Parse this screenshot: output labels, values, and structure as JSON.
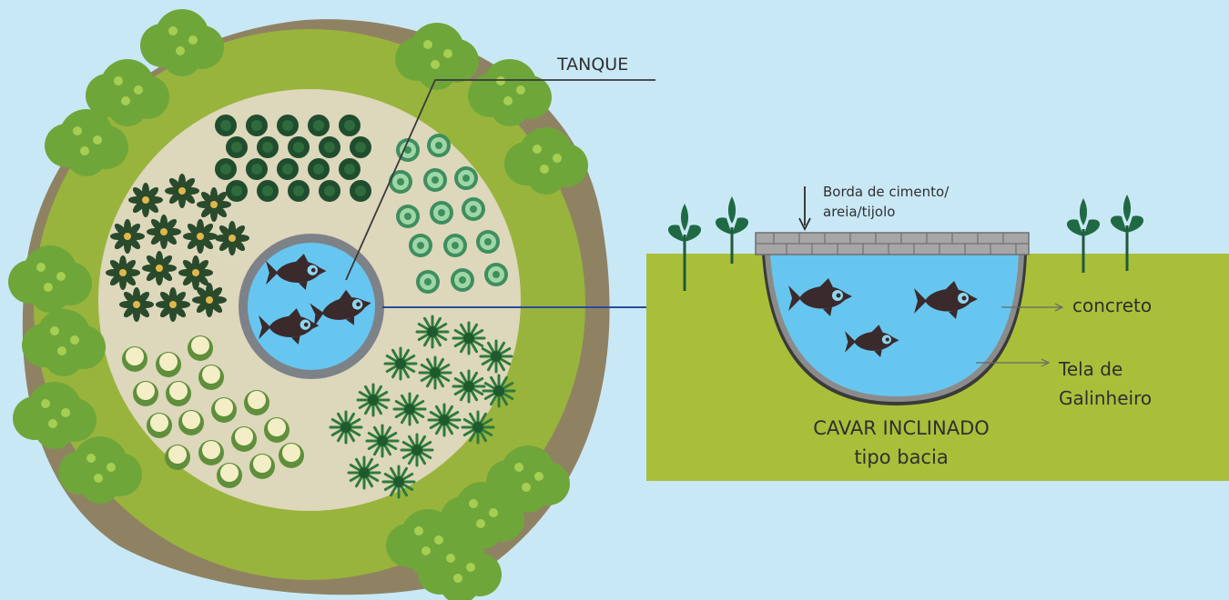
{
  "colors": {
    "background": "#c9e8f6",
    "ground": "#a9bf3a",
    "outer_ring": "#99b43c",
    "inner_field": "#ddd7bb",
    "water": "#67c6ef",
    "pond_rim": "#7d8288",
    "fish": "#3a2a2c",
    "arrow": "#2a4a9a"
  },
  "labels": {
    "tank": "TANQUE",
    "border_line1": "Borda de cimento/",
    "border_line2": "areia/tijolo",
    "concrete": "concreto",
    "mesh_line1": "Tela de",
    "mesh_line2": "Galinheiro",
    "dig_line1": "CAVAR INCLINADO",
    "dig_line2": "tipo bacia"
  },
  "icons": {
    "tree_canopy": "bush-icon",
    "cabbage": "cabbage-icon",
    "lettuce": "lettuce-icon",
    "cauliflower": "cauliflower-icon",
    "spiky_plant": "spiky-plant-icon",
    "herb": "herb-icon",
    "fish": "fish-icon",
    "seedling": "seedling-icon"
  }
}
